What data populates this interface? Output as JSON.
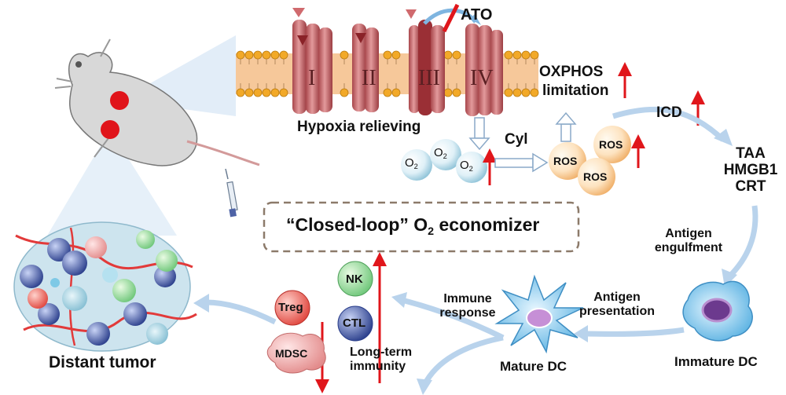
{
  "membrane": {
    "complexes": [
      "I",
      "II",
      "III",
      "IV"
    ],
    "inhibitor": "ATO",
    "caption": "Hypoxia relieving"
  },
  "oxphos": {
    "line1": "OXPHOS",
    "line2": "limitation"
  },
  "oxygen": {
    "symbol": "O",
    "subscript": "2",
    "count": 3
  },
  "ros": {
    "label": "ROS",
    "count": 3
  },
  "cyl": "Cyl",
  "icd": "ICD",
  "damp": [
    "TAA",
    "HMGB1",
    "CRT"
  ],
  "engulf": {
    "line1": "Antigen",
    "line2": "engulfment"
  },
  "immature_dc": "Immature DC",
  "presentation": {
    "line1": "Antigen",
    "line2": "presentation"
  },
  "mature_dc": "Mature DC",
  "immune_response": {
    "line1": "Immune",
    "line2": "response"
  },
  "longterm": {
    "line1": "Long-term",
    "line2": "immunity"
  },
  "cells": {
    "nk": "NK",
    "ctl": "CTL",
    "treg": "Treg",
    "mdsc": "MDSC"
  },
  "economizer": {
    "prefix": "“Closed-loop” O",
    "subscript": "2",
    "suffix": " economizer"
  },
  "distant_tumor": "Distant tumor",
  "colors": {
    "arrow_up": "#e0161b",
    "flow_arrow": "#b9d3ec",
    "helix": "#c8676b",
    "membrane_head": "#f2a928",
    "membrane_band": "#f6c89a"
  }
}
